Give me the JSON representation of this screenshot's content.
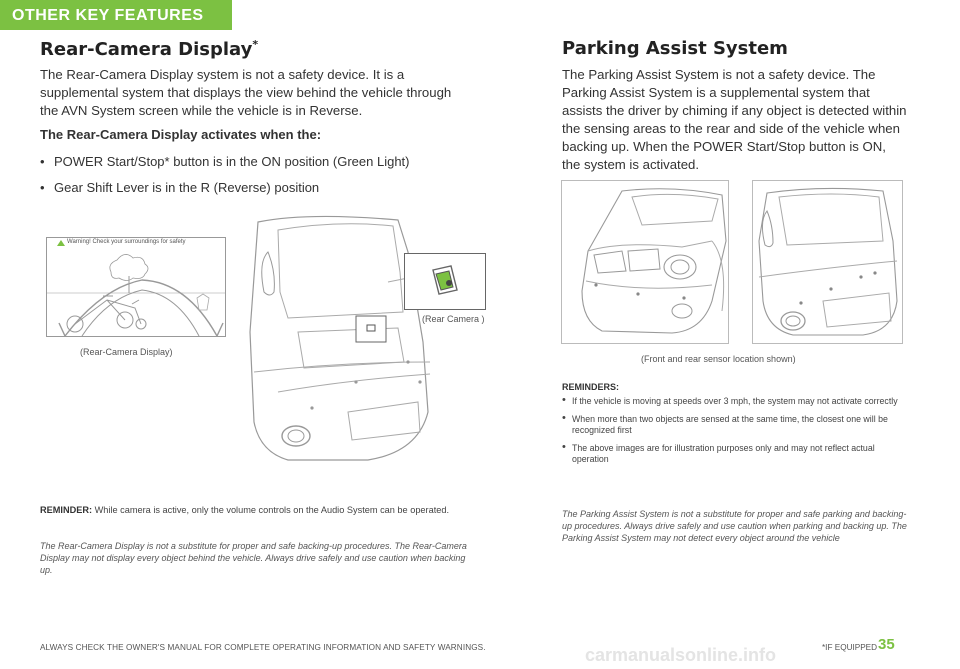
{
  "section_tab": "OTHER KEY FEATURES",
  "left": {
    "title": "Rear-Camera Display",
    "title_mark": "*",
    "intro": "The Rear-Camera Display system is not a safety device. It is a supplemental system that displays the view behind the vehicle through the AVN System screen while the vehicle is in Reverse.",
    "subhead": "The Rear-Camera Display activates when the:",
    "bullets": [
      "POWER Start/Stop* button is in the ON position (Green Light)",
      "Gear Shift Lever is in the R (Reverse) position"
    ],
    "screen_warning": "Warning! Check your surroundings for safety",
    "caption_display": "(Rear-Camera Display)",
    "caption_camera": "(Rear Camera )",
    "reminder_label": "REMINDER:",
    "reminder_text": " While camera is active, only the volume controls on the Audio System can be operated.",
    "disclaimer": "The Rear-Camera Display is not a substitute for proper and safe backing-up procedures. The Rear-Camera Display may not display every object behind the vehicle. Always drive safely and use caution when backing up."
  },
  "right": {
    "title": "Parking Assist System",
    "intro": "The Parking Assist System is not a safety device. The Parking Assist System is a supplemental system that assists the driver by chiming if any object is detected within the sensing areas to the rear and side of the vehicle when backing up. When the POWER Start/Stop button is ON, the system is activated.",
    "caption": "(Front and rear sensor location shown)",
    "reminders_head": "REMINDERS:",
    "reminders": [
      "If the vehicle is moving at speeds over 3 mph, the system may not activate correctly",
      "When more than two objects are sensed at the same time, the closest one will be recognized first",
      "The above images are for illustration purposes only and may not reflect actual operation"
    ],
    "disclaimer": "The Parking Assist System is not a substitute for proper and safe parking and backing-up procedures. Always drive safely and use caution when parking and backing up. The Parking Assist System may not detect every object around the vehicle"
  },
  "footer": {
    "note": "ALWAYS CHECK THE OWNER'S MANUAL FOR COMPLETE OPERATING INFORMATION AND SAFETY WARNINGS.",
    "if_equipped": "*IF EQUIPPED",
    "page_number": "35",
    "watermark": "carmanualsonline.info"
  },
  "colors": {
    "accent": "#7cc142",
    "line_art": "#888888"
  }
}
